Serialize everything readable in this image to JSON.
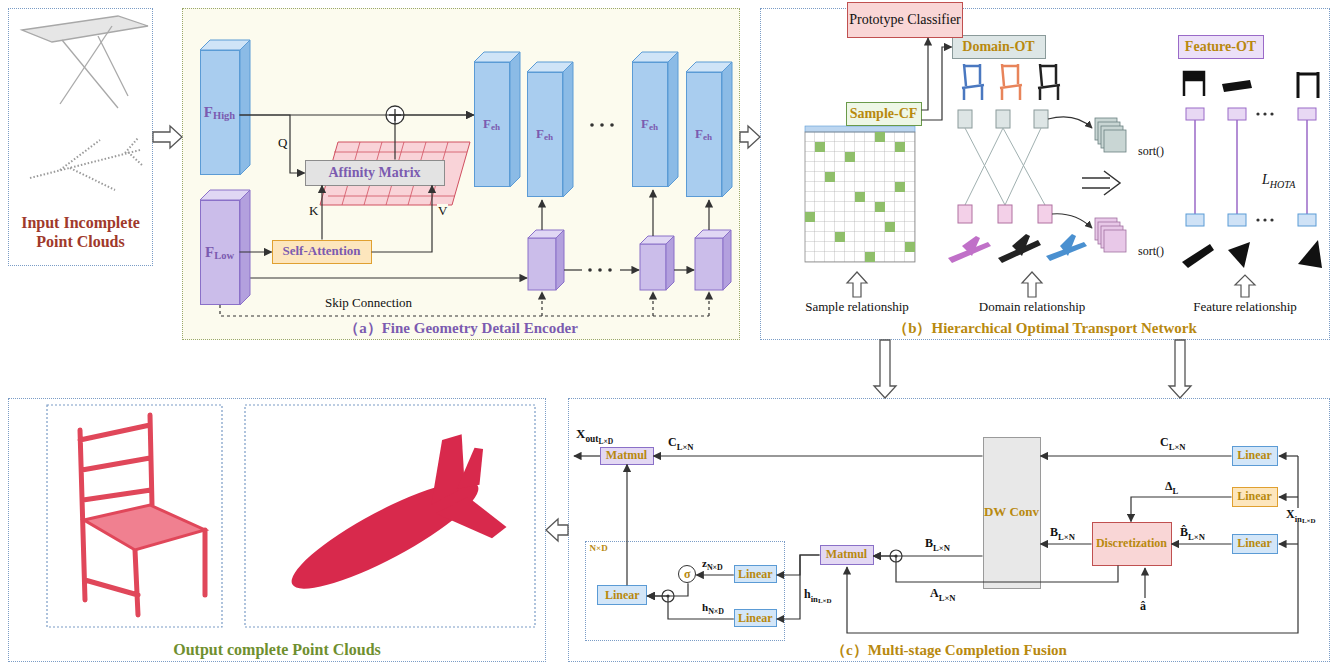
{
  "diagram": {
    "nodes": [
      {
        "text": [
          "Input Incomplete Point Clouds"
        ]
      },
      {
        "text": [
          "（a）Fine Geometry Detail Encoder"
        ]
      },
      {
        "text": [
          "F",
          "High"
        ],
        "in": 1
      },
      {
        "text": [
          "F",
          "Low"
        ],
        "in": 1
      },
      {
        "text": [
          "Affinity Matrix"
        ],
        "in": 1
      },
      {
        "text": [
          "Self-Attention"
        ],
        "in": 1
      },
      {
        "text": [
          "F",
          "eh"
        ],
        "in": 1
      },
      {
        "text": [
          "F",
          "eh"
        ],
        "in": 1
      },
      {
        "text": [
          "F",
          "eh"
        ],
        "in": 1
      },
      {
        "text": [
          "F",
          "eh"
        ],
        "in": 1
      },
      {
        "text": [
          "（b）Hierarchical Optimal Transport Network"
        ]
      },
      {
        "text": [
          "Prototype Classifier"
        ]
      },
      {
        "text": [
          "Sample-CF"
        ],
        "in": 10
      },
      {
        "text": [
          "Domain-OT"
        ],
        "in": 10
      },
      {
        "text": [
          "Feature-OT"
        ],
        "in": 10
      },
      {
        "text": [
          "Output complete Point Clouds"
        ]
      },
      {
        "text": [
          "（c）Multi-stage Completion Fusion"
        ]
      },
      {
        "text": [
          "Matmul"
        ],
        "in": 16
      },
      {
        "text": [
          "DW Conv"
        ],
        "in": 16
      },
      {
        "text": [
          "Linear"
        ],
        "in": 16
      },
      {
        "text": [
          "Linear"
        ],
        "in": 16
      },
      {
        "text": [
          "Discretization"
        ],
        "in": 16
      },
      {
        "text": [
          "Linear"
        ],
        "in": 16
      },
      {
        "text": [
          "Matmul"
        ],
        "in": 16
      },
      {
        "text": [
          "N×D"
        ],
        "in": 16
      },
      {
        "text": [
          "Linear"
        ],
        "in": 24
      },
      {
        "text": [
          "σ"
        ],
        "in": 24
      },
      {
        "text": [
          "Linear"
        ],
        "in": 24
      },
      {
        "text": [
          "Linear"
        ],
        "in": 24
      }
    ],
    "edges": [
      {
        "from": 0,
        "to": 1,
        "arrow": "to"
      },
      {
        "from": 1,
        "to": 10,
        "arrow": "to"
      },
      {
        "from": 10,
        "to": 16,
        "arrow": "to"
      },
      {
        "from": 10,
        "to": 16,
        "arrow": "to"
      },
      {
        "from": 16,
        "to": 15,
        "arrow": "to"
      },
      {
        "from": 2,
        "to": 4,
        "label": "Q",
        "arrow": "to"
      },
      {
        "from": 5,
        "to": 4,
        "label": "K",
        "arrow": "to"
      },
      {
        "from": 5,
        "to": 4,
        "label": "V",
        "arrow": "to"
      },
      {
        "from": 3,
        "to": 5,
        "arrow": "to"
      },
      {
        "from": 2,
        "to": 6,
        "arrow": "to"
      },
      {
        "from": 4,
        "to": 6,
        "arrow": "to"
      },
      {
        "from": 12,
        "to": 11,
        "arrow": "to"
      },
      {
        "from": 12,
        "to": 13,
        "arrow": "to"
      },
      {
        "from": 19,
        "to": 18,
        "arrow": "to"
      },
      {
        "from": 18,
        "to": 17,
        "arrow": "to"
      },
      {
        "from": 20,
        "to": 21,
        "arrow": "to"
      },
      {
        "from": 22,
        "to": 21,
        "arrow": "to"
      },
      {
        "from": 21,
        "to": 18,
        "arrow": "to"
      },
      {
        "from": 18,
        "to": 23,
        "arrow": "to"
      },
      {
        "from": 21,
        "to": 23,
        "arrow": "to"
      },
      {
        "from": 23,
        "to": 27,
        "arrow": "to"
      },
      {
        "from": 23,
        "to": 28,
        "arrow": "to"
      },
      {
        "from": 27,
        "to": 26,
        "arrow": "to"
      },
      {
        "from": 28,
        "to": 25,
        "arrow": "to"
      },
      {
        "from": 26,
        "to": 25,
        "arrow": "to"
      },
      {
        "from": 25,
        "to": 17,
        "arrow": "to"
      }
    ],
    "labels": [
      "Skip Connection",
      "Sample relationship",
      "Domain relationship",
      "Feature relationship",
      "sort()",
      "sort()",
      "L",
      "HOTA",
      "X",
      "out",
      "L×D",
      "C",
      "L×N",
      "C",
      "L×N",
      "Δ",
      "L",
      "B̂",
      "L×N",
      "B",
      "L×N",
      "B",
      "L×N",
      "A",
      "L×N",
      "h",
      "in",
      "L×D",
      "â",
      "X",
      "in",
      "L×D",
      "z",
      "N×D",
      "h",
      "N×D"
    ]
  }
}
